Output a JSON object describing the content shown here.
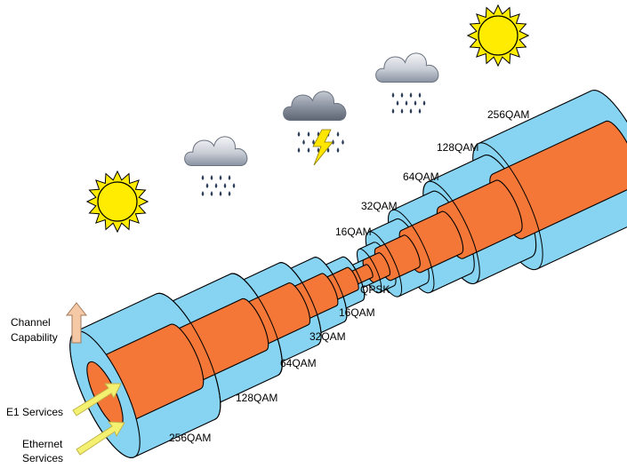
{
  "modulation_labels": {
    "left": [
      "256QAM",
      "128QAM",
      "64QAM",
      "32QAM",
      "16QAM"
    ],
    "center": "QPSK",
    "right": [
      "16QAM",
      "32QAM",
      "64QAM",
      "128QAM",
      "256QAM"
    ]
  },
  "channel_capability": {
    "line1": "Channel",
    "line2": "Capability"
  },
  "services": {
    "e1": "E1 Services",
    "ethernet_line1": "Ethernet",
    "ethernet_line2": "Services"
  },
  "weather_sequence": [
    "sunny",
    "rain",
    "thunderstorm",
    "rain",
    "sunny"
  ],
  "colors": {
    "outer_tube": "#87d3f2",
    "inner_core": "#f47737",
    "sun": "#ffec00",
    "cloud": "#cfd4dc",
    "arrow": "#f6c9a6",
    "service_arrow": "#f4f070"
  }
}
